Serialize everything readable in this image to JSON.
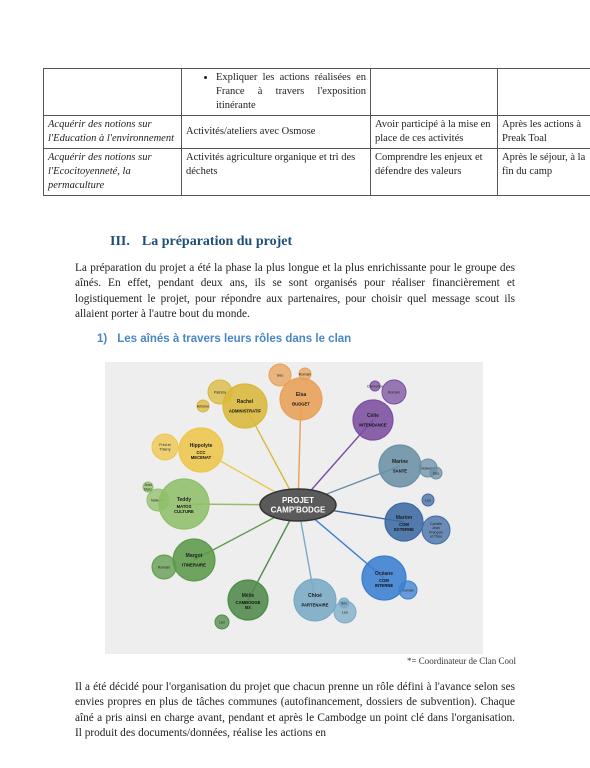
{
  "table": {
    "rows": [
      {
        "c1": "",
        "c2_bullet": "Expliquer les actions réalisées en France à travers l'exposition itinérante",
        "c3": "",
        "c4": ""
      },
      {
        "c1": "Acquérir des notions sur l'Education à l'environnement",
        "c2": "Activités/ateliers avec Osmose",
        "c3": "Avoir participé à la mise en place de ces activités",
        "c4": "Après les actions à Preak Toal"
      },
      {
        "c1": "Acquérir des notions sur l'Ecocitoyenneté, la permaculture",
        "c2": "Activités agriculture organique et tri des déchets",
        "c3": "Comprendre les enjeux et défendre des valeurs",
        "c4": "Après le séjour, à la fin du camp"
      }
    ]
  },
  "section": {
    "number": "III.",
    "title": "La préparation du projet"
  },
  "intro": "La préparation du projet a été la phase la plus longue et la plus enrichissante pour le groupe des aînés. En effet, pendant deux ans, ils se sont organisés pour réaliser financièrement et logistiquement le projet, pour répondre aux partenaires, pour choisir quel message scout ils allaient porter à l'autre bout du monde.",
  "subsection": {
    "number": "1)",
    "title": "Les aînés à travers leurs rôles dans le clan"
  },
  "diagram": {
    "center": {
      "line1": "PROJET",
      "line2": "CAMP'BODGE"
    },
    "nodes": [
      {
        "name": "Elsa",
        "role": "BUDGET",
        "color": "#e8a057",
        "sats": [
          [
            "Séo"
          ],
          [
            "Romain"
          ]
        ]
      },
      {
        "name": "Célie",
        "role": "INTENDANCE",
        "color": "#7b4ea0",
        "sats": [
          [
            "Romain"
          ],
          [
            "Clémence"
          ]
        ]
      },
      {
        "name": "Marine",
        "role": "SANTE",
        "color": "#6b8fa5",
        "sats": [
          [
            "Nolwenn"
          ],
          [
            "Séo"
          ]
        ]
      },
      {
        "name": "Marion",
        "role": "COM EXTERNE",
        "color": "#3d6aa3",
        "sats": [
          [
            "Léo"
          ],
          [
            "Camille",
            "Jean",
            "François",
            "et Théo"
          ]
        ]
      },
      {
        "name": "Océane",
        "role": "COM INTERNE",
        "color": "#3a7fd0",
        "sats": [
          [
            "Romain"
          ]
        ]
      },
      {
        "name": "Chloé",
        "role": "PARTENAIRE",
        "color": "#7aaac4",
        "sats": [
          [
            "Léo"
          ],
          [
            "Séo"
          ]
        ]
      },
      {
        "name": "Mélie",
        "role": "CAMBODGE BX",
        "color": "#4f8a4a",
        "sats": [
          [
            "Léo"
          ]
        ]
      },
      {
        "name": "Margot",
        "role": "ITINERAIRE",
        "color": "#5c9a4a",
        "sats": [
          [
            "Romain"
          ]
        ]
      },
      {
        "name": "Teddy",
        "role": "MATOS CULTURE",
        "color": "#8fbf6a",
        "sats": [
          [
            "Nolwenn"
          ],
          [
            "Jean",
            "Marc"
          ]
        ]
      },
      {
        "name": "Hippolyte",
        "role": "CCC MECENAT",
        "color": "#eec64a",
        "sats": [
          [
            "Fred et",
            "Thierry"
          ]
        ]
      },
      {
        "name": "Rachel",
        "role": "ADMINISTRATIF",
        "color": "#d9b83a",
        "sats": [
          [
            "Patricia"
          ],
          [
            "Antoine"
          ]
        ]
      }
    ]
  },
  "caption": "*= Coordinateur de Clan Cool",
  "outro": "Il a été décidé pour l'organisation du projet que chacun prenne un rôle défini à l'avance selon ses envies propres en plus de tâches communes (autofinancement, dossiers de subvention). Chaque aîné a pris ainsi en charge avant, pendant et après le Cambodge un point clé dans l'organisation. Il produit des documents/données, réalise les actions en"
}
